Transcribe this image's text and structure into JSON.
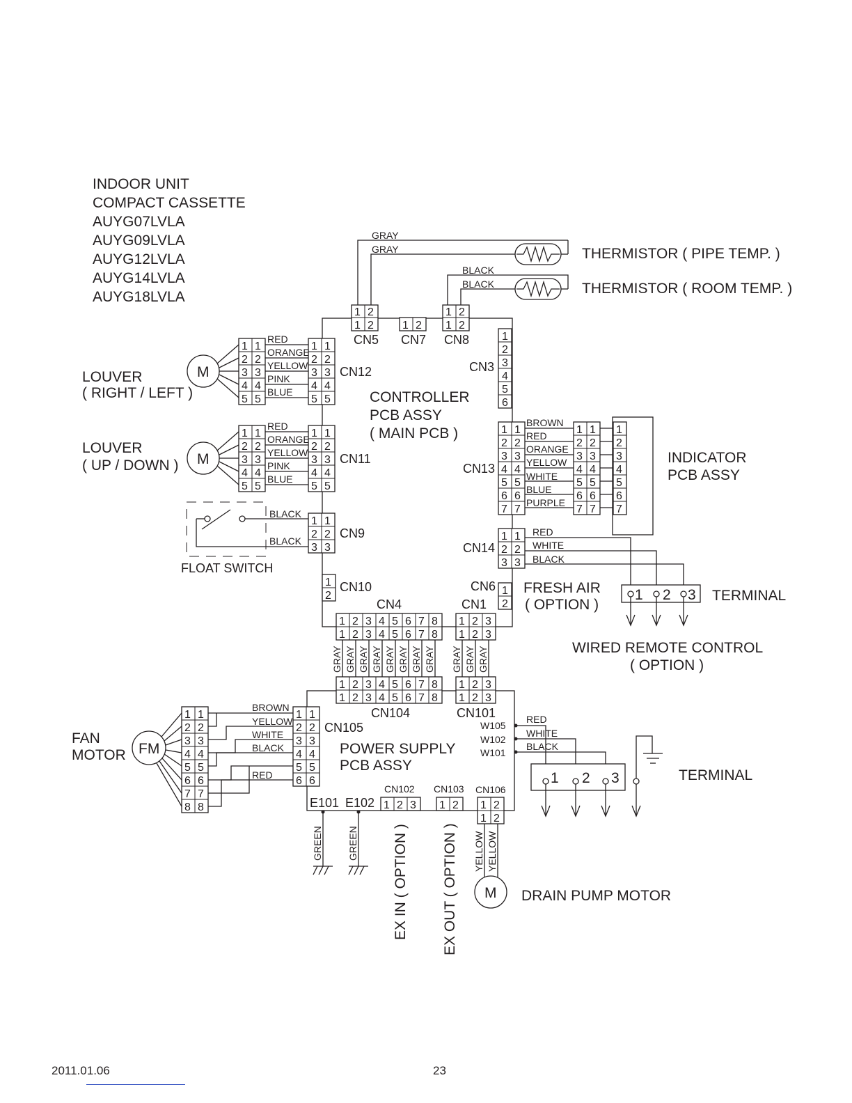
{
  "header": {
    "lines": [
      "INDOOR UNIT",
      "COMPACT CASSETTE",
      "AUYG07LVLA",
      "AUYG09LVLA",
      "AUYG12LVLA",
      "AUYG14LVLA",
      "AUYG18LVLA"
    ]
  },
  "components": {
    "thermistor_pipe": "THERMISTOR ( PIPE TEMP. )",
    "thermistor_room": "THERMISTOR ( ROOM TEMP. )",
    "controller": [
      "CONTROLLER",
      "PCB ASSY",
      "( MAIN PCB )"
    ],
    "louver_rl": [
      "LOUVER",
      "( RIGHT / LEFT )"
    ],
    "louver_ud": [
      "LOUVER",
      "( UP / DOWN )"
    ],
    "float_switch": "FLOAT SWITCH",
    "indicator": [
      "INDICATOR",
      "PCB ASSY"
    ],
    "fresh_air": [
      "FRESH AIR",
      "( OPTION )"
    ],
    "terminal_top": "TERMINAL",
    "terminal_bottom": "TERMINAL",
    "wired_remote": [
      "WIRED REMOTE CONTROL",
      "( OPTION )"
    ],
    "fan_motor": [
      "FAN",
      "MOTOR"
    ],
    "power_supply": [
      "POWER SUPPLY",
      "PCB ASSY"
    ],
    "ex_in": "EX IN ( OPTION )",
    "ex_out": "EX OUT ( OPTION )",
    "drain_pump": "DRAIN PUMP MOTOR",
    "motor_symbol": "M",
    "fan_motor_symbol": "FM"
  },
  "connectors": {
    "cn5": "CN5",
    "cn7": "CN7",
    "cn8": "CN8",
    "cn3": "CN3",
    "cn12": "CN12",
    "cn11": "CN11",
    "cn13": "CN13",
    "cn9": "CN9",
    "cn14": "CN14",
    "cn10": "CN10",
    "cn6": "CN6",
    "cn4": "CN4",
    "cn1": "CN1",
    "cn104": "CN104",
    "cn101": "CN101",
    "cn105": "CN105",
    "cn102": "CN102",
    "cn103": "CN103",
    "cn106": "CN106",
    "w105": "W105",
    "w102": "W102",
    "w101": "W101",
    "e101": "E101",
    "e102": "E102"
  },
  "wires": {
    "thermistor_pipe": [
      "GRAY",
      "GRAY"
    ],
    "thermistor_room": [
      "BLACK",
      "BLACK"
    ],
    "louver": [
      "RED",
      "ORANGE",
      "YELLOW",
      "PINK",
      "BLUE"
    ],
    "float_switch": [
      "BLACK",
      "BLACK"
    ],
    "indicator": [
      "BROWN",
      "RED",
      "ORANGE",
      "YELLOW",
      "WHITE",
      "BLUE",
      "PURPLE"
    ],
    "cn14": [
      "RED",
      "WHITE",
      "BLACK"
    ],
    "bus": [
      "GRAY",
      "GRAY",
      "GRAY",
      "GRAY",
      "GRAY",
      "GRAY",
      "GRAY",
      "GRAY",
      "GRAY",
      "GRAY"
    ],
    "fan": [
      "BROWN",
      "YELLOW",
      "WHITE",
      "BLACK",
      "RED"
    ],
    "w10x": [
      "RED",
      "WHITE",
      "BLACK"
    ],
    "earth": [
      "GREEN",
      "GREEN"
    ],
    "drain": [
      "YELLOW",
      "YELLOW"
    ]
  },
  "terminal_pins": [
    "1",
    "2",
    "3"
  ],
  "footer": {
    "date": "2011.01.06",
    "page": "23"
  }
}
